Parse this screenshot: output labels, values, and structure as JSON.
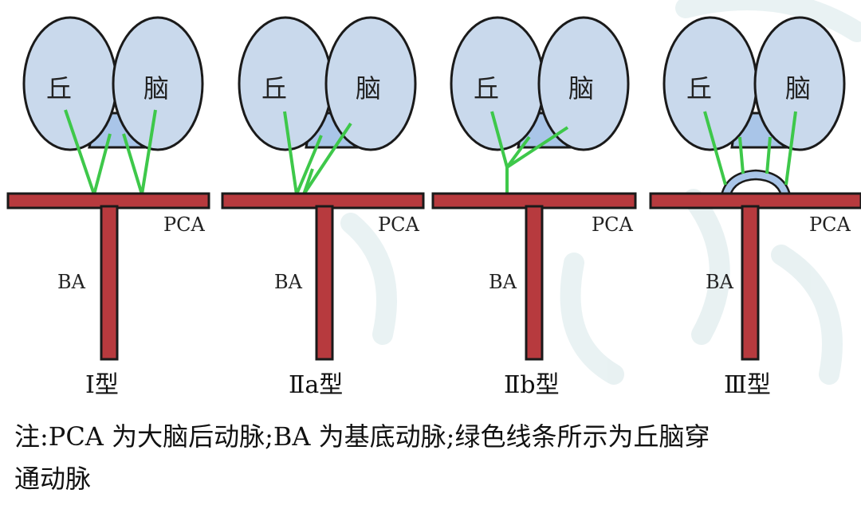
{
  "labels": {
    "thalamus_left": "丘",
    "thalamus_right": "脑",
    "pca": "PCA",
    "ba": "BA"
  },
  "types": [
    {
      "id": "I",
      "label": "Ⅰ型"
    },
    {
      "id": "IIa",
      "label": "Ⅱa型"
    },
    {
      "id": "IIb",
      "label": "Ⅱb型"
    },
    {
      "id": "III",
      "label": "Ⅲ型"
    }
  ],
  "note": {
    "line1": "注:PCA 为大脑后动脉;BA 为基底动脉;绿色线条所示为丘脑穿",
    "line2": "通动脉"
  },
  "colors": {
    "thalamus_fill": "#c9d9ec",
    "bridge_fill": "#a9c5e8",
    "artery": "#b73a3e",
    "perforator": "#3ec84a",
    "outline": "#1a1a1a"
  }
}
